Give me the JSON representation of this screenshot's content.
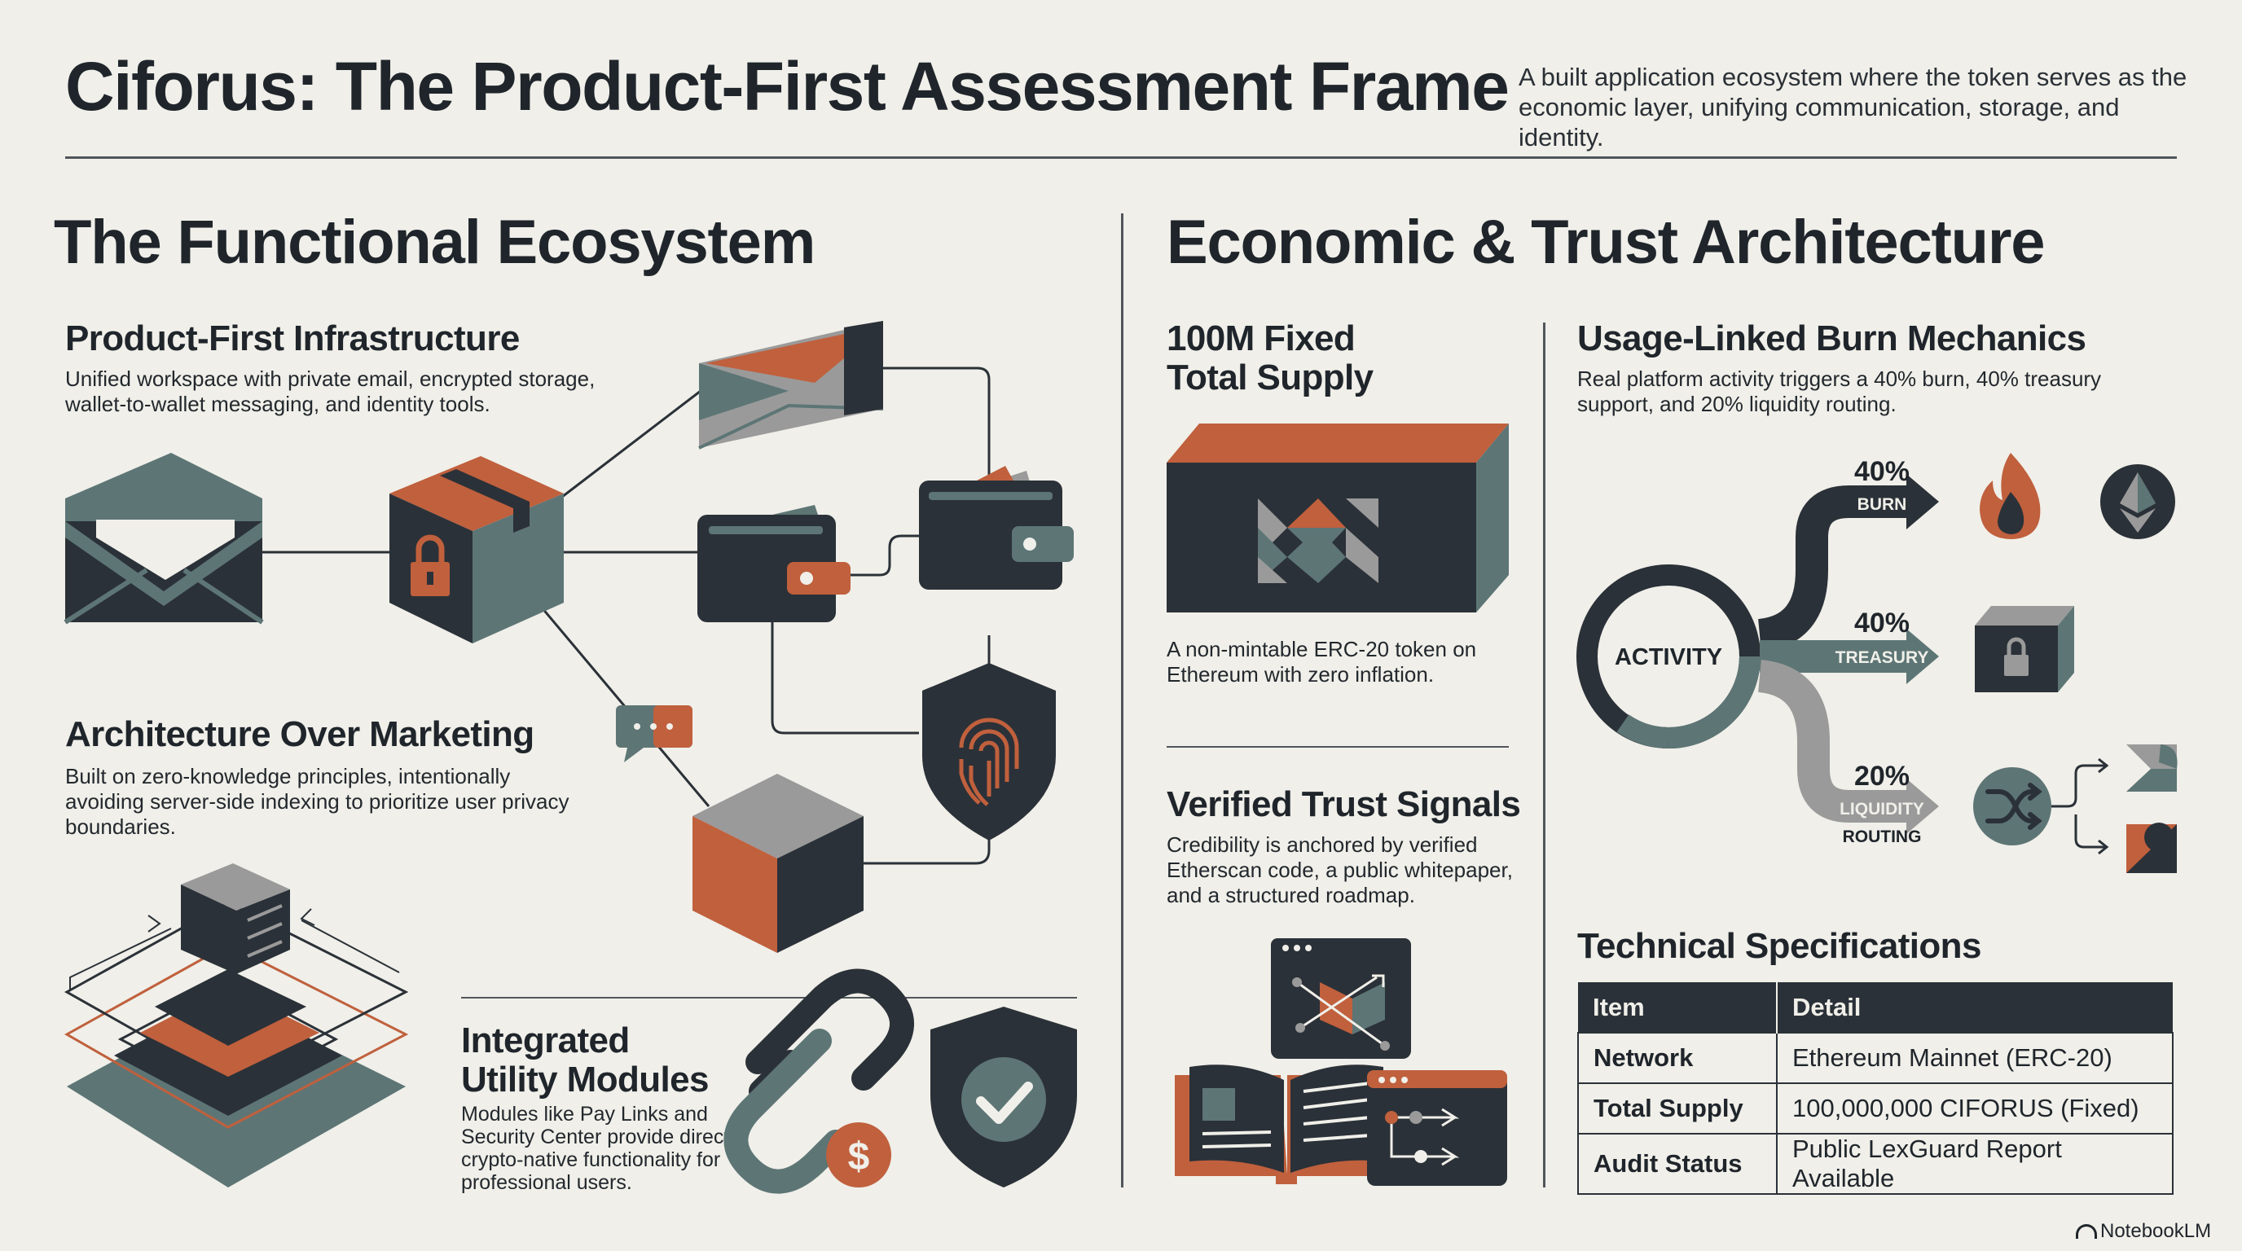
{
  "header": {
    "title": "Ciforus: The Product-First Assessment Frame",
    "subtitle": "A built application ecosystem where the token serves as the economic layer, unifying communication, storage, and identity."
  },
  "left": {
    "heading": "The Functional Ecosystem",
    "infra": {
      "title": "Product-First Infrastructure",
      "body": "Unified workspace with private email, encrypted storage, wallet-to-wallet messaging, and identity tools."
    },
    "arch": {
      "title": "Architecture Over Marketing",
      "body": "Built on zero-knowledge principles, intentionally avoiding server-side indexing to prioritize user privacy boundaries."
    },
    "modules": {
      "title_line1": "Integrated",
      "title_line2": "Utility Modules",
      "body": "Modules like Pay Links and Security Center provide direct crypto-native functionality for professional users."
    }
  },
  "right": {
    "heading": "Economic & Trust Architecture",
    "supply": {
      "title_line1": "100M Fixed",
      "title_line2": "Total Supply",
      "body": "A non-mintable ERC-20 token on Ethereum with zero inflation."
    },
    "trust": {
      "title": "Verified Trust Signals",
      "body": "Credibility is anchored by verified Etherscan code, a public whitepaper, and a structured roadmap."
    },
    "burn": {
      "title": "Usage-Linked Burn Mechanics",
      "body": "Real platform activity triggers a 40% burn, 40% treasury support, and 20% liquidity routing.",
      "center_label": "ACTIVITY",
      "flows": [
        {
          "pct": "40%",
          "label": "BURN",
          "color": "#2b3138"
        },
        {
          "pct": "40%",
          "label": "TREASURY",
          "color": "#5d7575"
        },
        {
          "pct": "20%",
          "label": "LIQUIDITY",
          "label2": "ROUTING",
          "color": "#9a9a9a"
        }
      ]
    },
    "specs": {
      "title": "Technical Specifications",
      "columns": [
        "Item",
        "Detail"
      ],
      "rows": [
        {
          "item": "Network",
          "detail": "Ethereum Mainnet (ERC-20)"
        },
        {
          "item": "Total Supply",
          "detail": "100,000,000 CIFORUS (Fixed)"
        },
        {
          "item": "Audit Status",
          "detail": "Public LexGuard Report Available"
        }
      ]
    }
  },
  "footer": {
    "brand": "NotebookLM"
  },
  "colors": {
    "dark": "#2b3138",
    "teal": "#5d7575",
    "orange": "#c0603d",
    "gray": "#9a9a9a",
    "bg": "#f0efe9"
  }
}
